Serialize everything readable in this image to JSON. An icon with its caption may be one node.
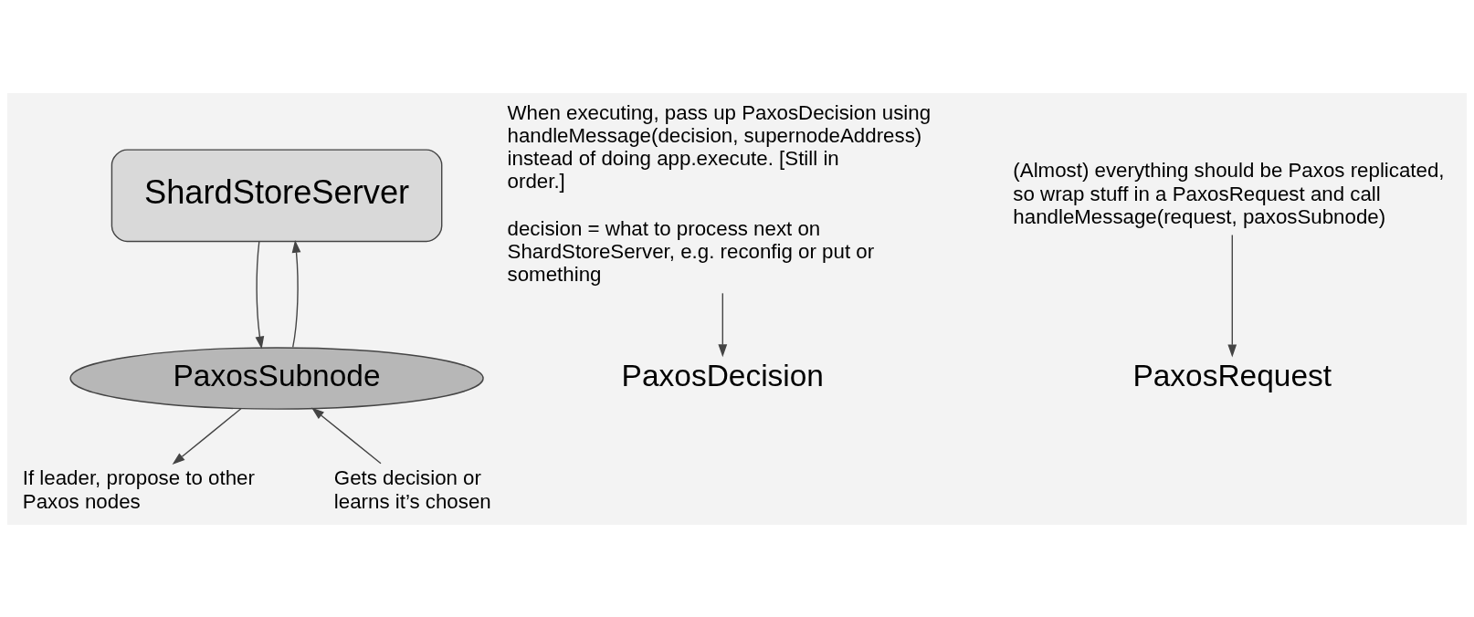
{
  "diagram": {
    "nodes": [
      {
        "text": [
          "ShardStoreServer"
        ]
      },
      {
        "text": [
          "PaxosSubnode"
        ]
      },
      {
        "text": [
          "PaxosDecision"
        ]
      },
      {
        "text": [
          "PaxosRequest"
        ]
      },
      {
        "text": [
          "When executing, pass up PaxosDecision using handleMessage(decision, supernodeAddress) instead of doing app.execute. [Still in order.]",
          "decision = what to process next on ShardStoreServer, e.g. reconfig or put or something"
        ]
      },
      {
        "text": [
          "(Almost) everything should be Paxos replicated, so wrap stuff in a PaxosRequest and call handleMessage(request, paxosSubnode)"
        ]
      },
      {
        "text": [
          "Gets decision or learns it’s chosen"
        ]
      },
      {
        "text": [
          "If leader, propose to other Paxos nodes"
        ]
      }
    ],
    "edges": [
      {
        "from": 1,
        "to": 0,
        "arrow": "to"
      },
      {
        "from": 0,
        "to": 1,
        "arrow": "to"
      },
      {
        "from": 4,
        "to": 2,
        "arrow": "to"
      },
      {
        "from": 5,
        "to": 3,
        "arrow": "to"
      },
      {
        "from": 6,
        "to": 1,
        "arrow": "to"
      },
      {
        "from": 1,
        "to": 7,
        "arrow": "to"
      }
    ]
  }
}
